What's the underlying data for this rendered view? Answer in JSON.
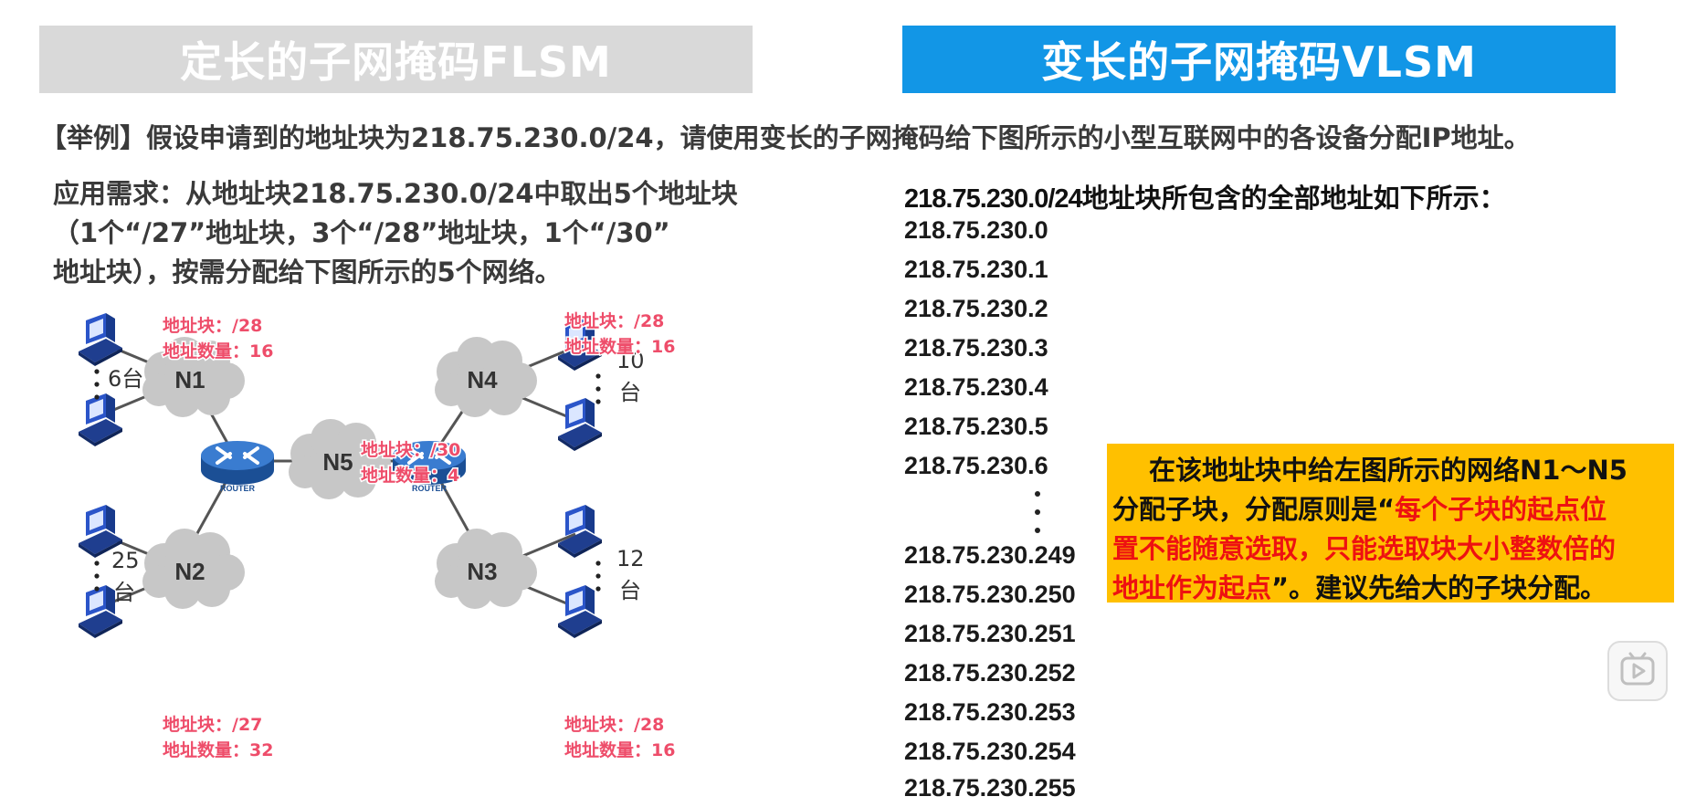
{
  "tabs": {
    "flsm": "定长的子网掩码FLSM",
    "vlsm": "变长的子网掩码VLSM"
  },
  "example": "【举例】假设申请到的地址块为218.75.230.0/24，请使用变长的子网掩码给下图所示的小型互联网中的各设备分配IP地址。",
  "requirement": {
    "line1": "应用需求：从地址块218.75.230.0/24中取出5个地址块",
    "line2": "（1个“/27”地址块，3个“/28”地址块，1个“/30”",
    "line3": "地址块），按需分配给下图所示的5个网络。"
  },
  "diagram": {
    "networks": {
      "n1": "N1",
      "n2": "N2",
      "n3": "N3",
      "n4": "N4",
      "n5": "N5"
    },
    "router_label": "ROUTER",
    "host_counts": {
      "n1": "6台",
      "n2_num": "25",
      "n2_unit": "台",
      "n3_num": "12",
      "n3_unit": "台",
      "n4_num": "10",
      "n4_unit": "台"
    },
    "annotations": {
      "n1": {
        "block": "地址块：/28",
        "count": "地址数量：16"
      },
      "n4": {
        "block": "地址块：/28",
        "count": "地址数量：16"
      },
      "n5": {
        "block": "地址块：/30",
        "count": "地址数量：4"
      },
      "n2": {
        "block": "地址块：/27",
        "count": "地址数量：32"
      },
      "n3": {
        "block": "地址块：/28",
        "count": "地址数量：16"
      }
    },
    "colors": {
      "annotation": "#ee4d6a",
      "cloud": "#c7c7c7",
      "link": "#555555",
      "host": "#2b55c9",
      "router": "#2a67b8"
    }
  },
  "addresses": {
    "header_prefix": "218.75.230.0/24",
    "header_suffix": "地址块所包含的全部地址如下所示：",
    "first": [
      "218.75.230.0",
      "218.75.230.1",
      "218.75.230.2",
      "218.75.230.3",
      "218.75.230.4",
      "218.75.230.5",
      "218.75.230.6"
    ],
    "last": [
      "218.75.230.249",
      "218.75.230.250",
      "218.75.230.251",
      "218.75.230.252",
      "218.75.230.253",
      "218.75.230.254",
      "218.75.230.255"
    ]
  },
  "callout": {
    "line1": "在该地址块中给左图所示的网络N1～N5",
    "line2_a": "分配子块，分配原则是“",
    "line2_b": "每个子块的起点位",
    "line3": "置不能随意选取，只能选取块大小整数倍的",
    "line4_a": "地址作为起点",
    "line4_b": "”。建议先给大的子块分配。"
  }
}
